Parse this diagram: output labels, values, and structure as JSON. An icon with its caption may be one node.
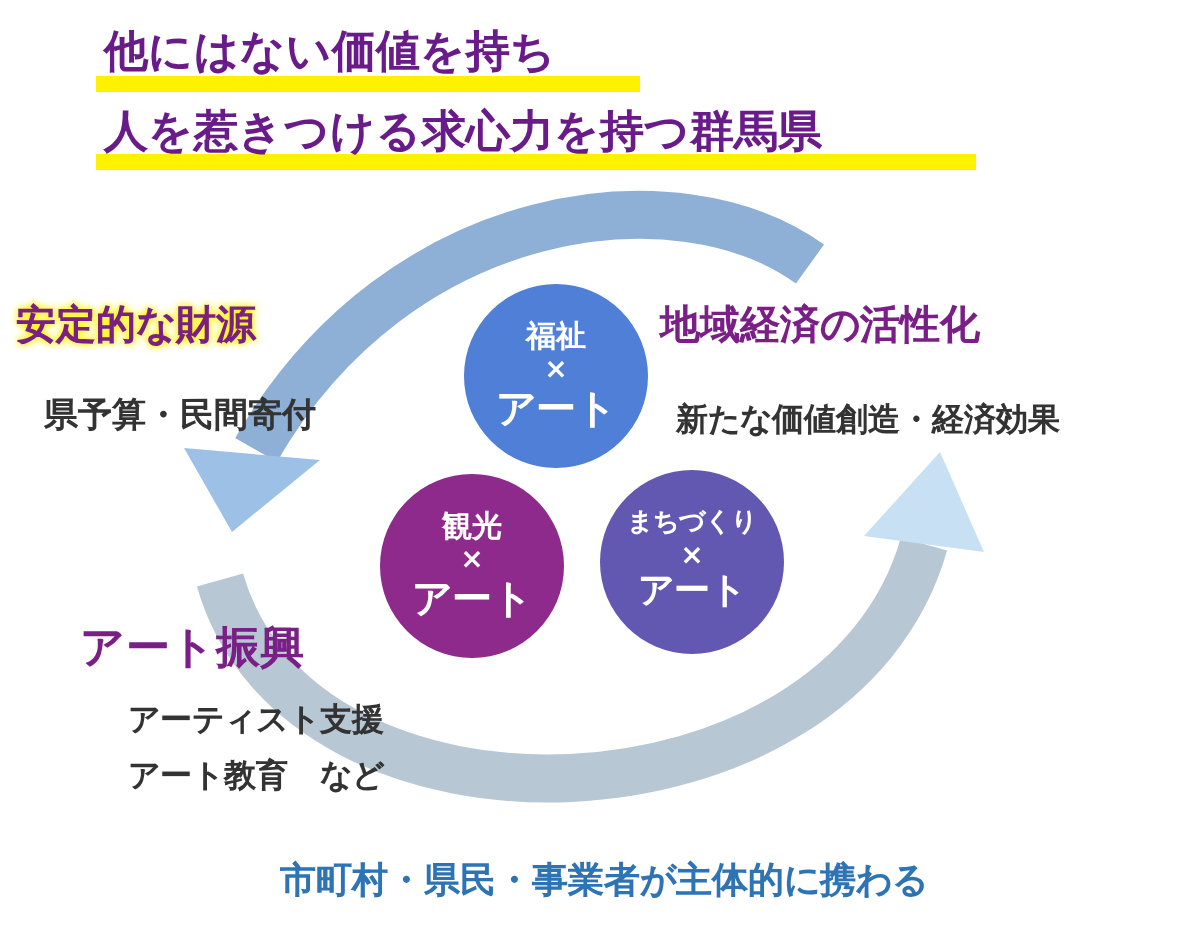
{
  "diagram": {
    "nodes": [
      {
        "text": [
          "福祉",
          "×",
          "アート"
        ]
      },
      {
        "text": [
          "観光",
          "×",
          "アート"
        ]
      },
      {
        "text": [
          "まちづくり",
          "×",
          "アート"
        ]
      }
    ],
    "labels": [
      "他にはない価値を持ち",
      "人を惹きつける求心力を持つ群馬県",
      "安定的な財源",
      "県予算・民間寄付",
      "地域経済の活性化",
      "新たな価値創造・経済効果",
      "アート振興",
      "アーティスト支援",
      "アート教育　など",
      "市町村・県民・事業者が主体的に携わる"
    ]
  }
}
